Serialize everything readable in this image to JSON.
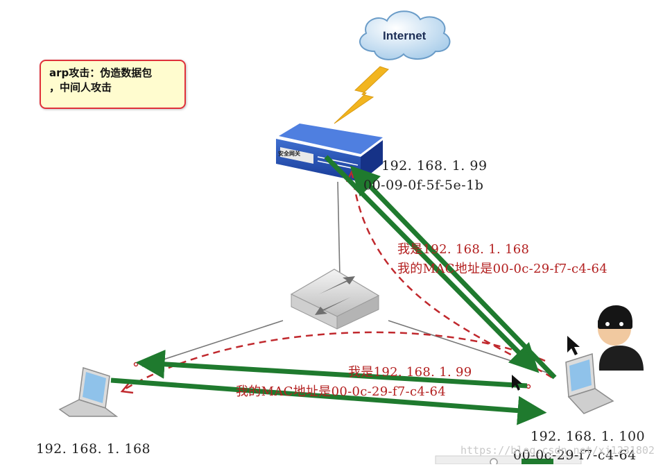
{
  "note": {
    "line1": "arp攻击：伪造数据包",
    "line2": "，中间人攻击"
  },
  "internet_label": "Internet",
  "router": {
    "ip": "192. 168. 1. 99",
    "mac": "00-09-0f-5f-5e-1b",
    "faceplate_text": "安全网关"
  },
  "spoof_to_router": {
    "line1": "我是192. 168. 1. 168",
    "line2": "我的MAC地址是00-0c-29-f7-c4-64"
  },
  "spoof_to_victim": {
    "line1": "我是192. 168. 1. 99",
    "line2": "我的MAC地址是00-0c-29-f7-c4-64"
  },
  "victim": {
    "ip": "192. 168. 1. 168"
  },
  "attacker": {
    "ip": "192. 168. 1. 100",
    "mac": "00-0c-29-f7-c4-64"
  },
  "watermark": "https://blog.csdn.net/xj1231802",
  "colors": {
    "arrow": "#1f7a2e",
    "spoof": "#c0282d",
    "note_border": "#e0303a",
    "note_fill": "#fffccf"
  }
}
